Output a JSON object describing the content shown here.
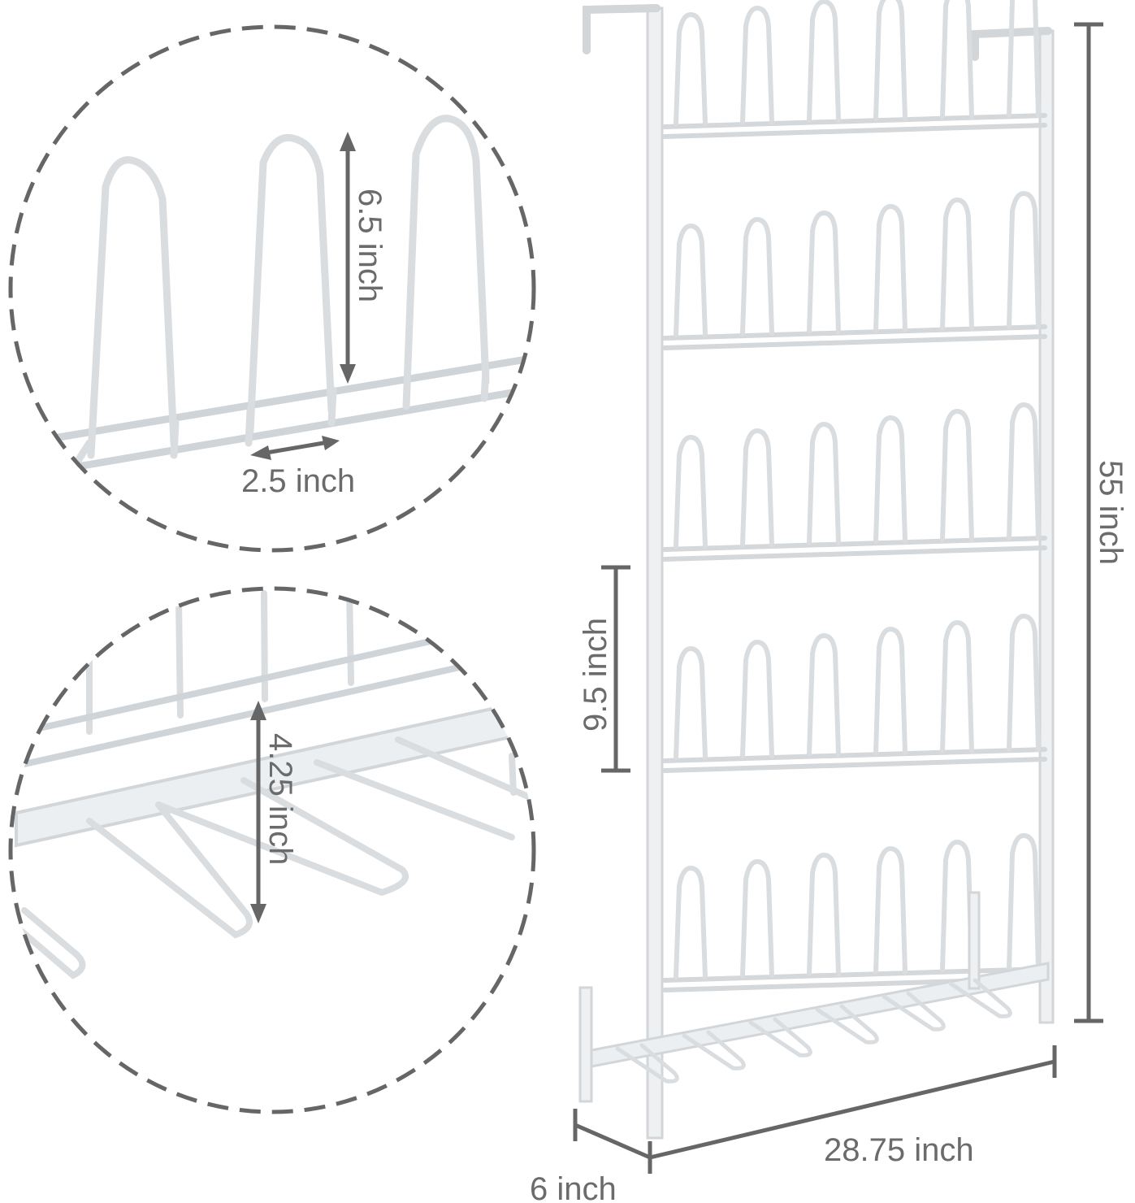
{
  "product": "wall-mounted shoe rack dimension diagram",
  "colors": {
    "wire": "#d9dde0",
    "wire_shadow": "#b9bec2",
    "dimension": "#666666",
    "circle_dash": "#666666",
    "background": "#ffffff"
  },
  "dimensions": {
    "prong_height": "6.5 inch",
    "prong_spacing": "2.5 inch",
    "support_height": "4.25 inch",
    "tier_spacing": "9.5 inch",
    "total_height": "55 inch",
    "width": "28.75 inch",
    "depth": "6 inch"
  }
}
